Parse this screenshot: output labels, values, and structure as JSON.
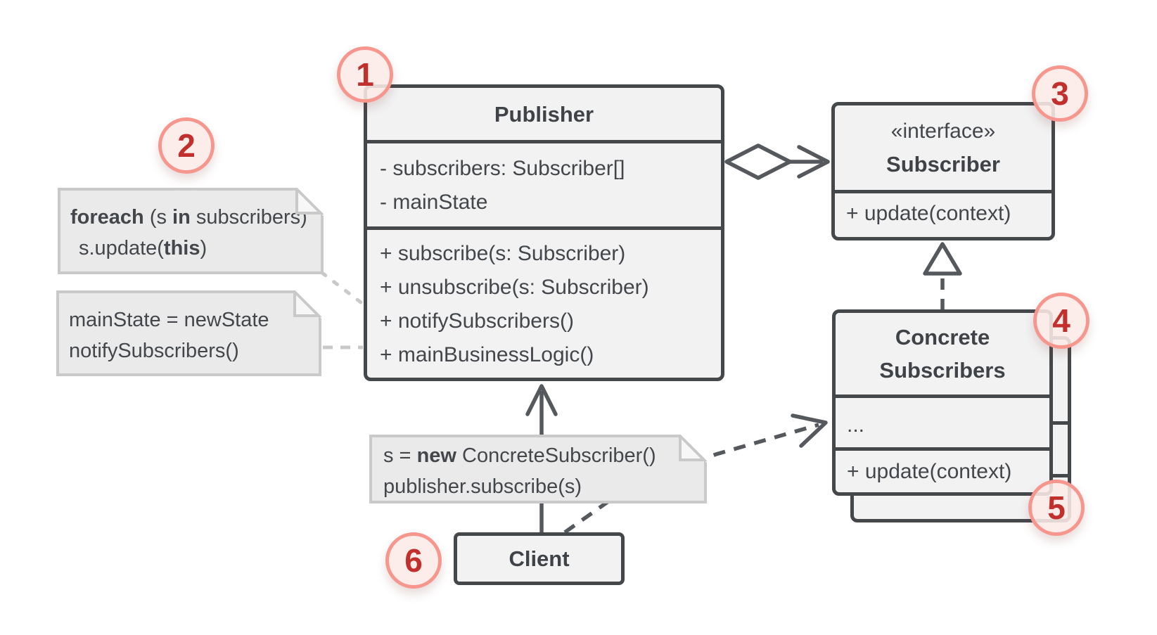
{
  "colors": {
    "box_border": "#45484b",
    "box_fill": "#f2f2f3",
    "text": "#43474b",
    "note_fill": "#eaeaea",
    "note_border": "#c9c9c9",
    "connector": "#55595d",
    "note_link": "#c9c9c9",
    "badge_border": "#f6968d",
    "badge_fill": "#fcebe8",
    "badge_number": "#c2302e"
  },
  "publisher": {
    "title": "Publisher",
    "attributes": [
      "- subscribers: Subscriber[]",
      "- mainState"
    ],
    "methods": [
      "+ subscribe(s: Subscriber)",
      "+ unsubscribe(s: Subscriber)",
      "+ notifySubscribers()",
      "+ mainBusinessLogic()"
    ]
  },
  "subscriber": {
    "stereotype": "«interface»",
    "title": "Subscriber",
    "method": "+ update(context)"
  },
  "concrete_subscribers": {
    "title_line1": "Concrete",
    "title_line2": "Subscribers",
    "ellipsis": "...",
    "method": "+ update(context)"
  },
  "client": {
    "title": "Client"
  },
  "notes": {
    "foreach": {
      "l1_bold1": "foreach",
      "l1_text2": " (s ",
      "l1_bold3": "in",
      "l1_text4": " subscribers)",
      "l2_text1": "s.update(",
      "l2_bold2": "this",
      "l2_text3": ")"
    },
    "mainstate": {
      "line1": "mainState = newState",
      "line2": "notifySubscribers()"
    },
    "subscribe": {
      "l1_text1": "s = ",
      "l1_bold2": "new",
      "l1_text3": " ConcreteSubscriber()",
      "line2": "publisher.subscribe(s)"
    }
  },
  "badges": {
    "step1": "1",
    "step2": "2",
    "step3": "3",
    "step4": "4",
    "step5": "5",
    "step6": "6"
  }
}
